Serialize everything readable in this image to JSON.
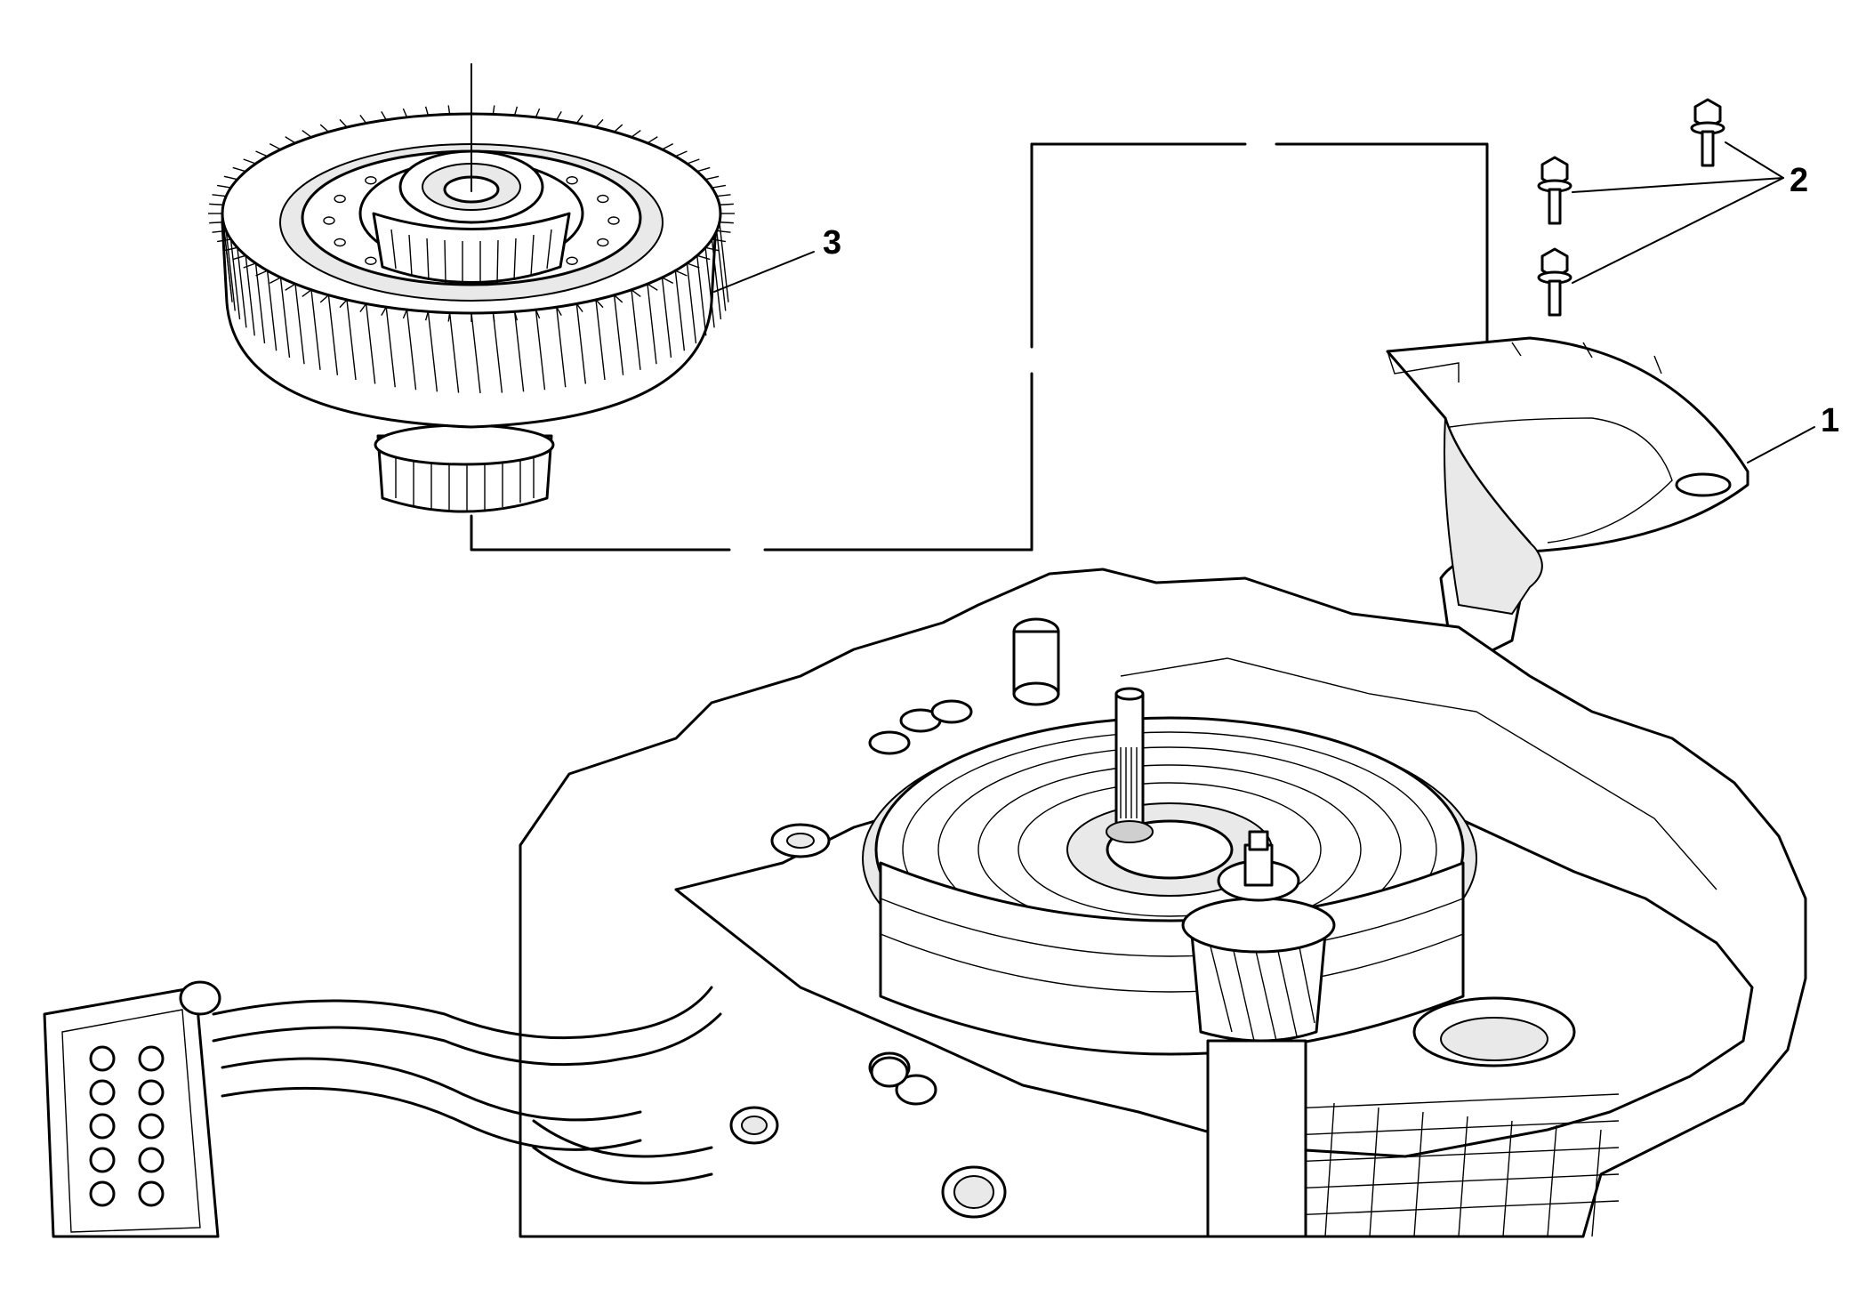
{
  "callouts": [
    {
      "id": "1",
      "text": "1"
    },
    {
      "id": "2",
      "text": "2"
    },
    {
      "id": "3",
      "text": "3"
    }
  ],
  "parts": [
    {
      "callout": "1",
      "icon": "cover-shield-icon"
    },
    {
      "callout": "2",
      "icon": "bolt-icon",
      "count": 3
    },
    {
      "callout": "3",
      "icon": "differential-gear-icon"
    }
  ],
  "colors": {
    "line": "#000000",
    "background": "#ffffff",
    "shade": "#e9e9e9"
  }
}
